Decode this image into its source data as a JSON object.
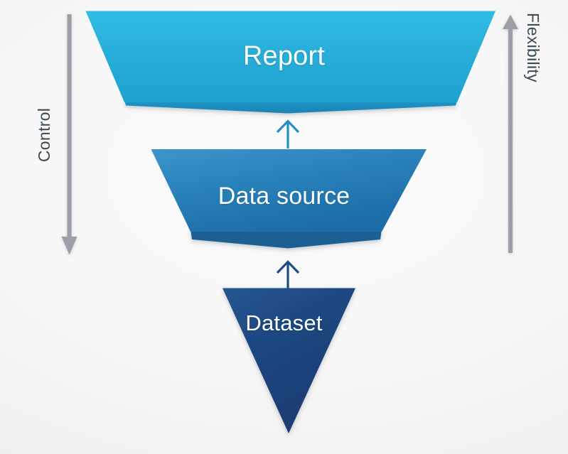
{
  "diagram": {
    "type": "inverted-funnel",
    "title": "",
    "background_color": "#f5f5f5",
    "stages": [
      {
        "id": "report",
        "label": "Report",
        "shape": "trapezoid-inverted",
        "level": 1,
        "fill_top": "#2CB3DE",
        "fill_bottom": "#22A3D2",
        "bevel_color": "#1E87BC"
      },
      {
        "id": "data-source",
        "label": "Data source",
        "shape": "trapezoid-inverted",
        "level": 2,
        "fill_top": "#2E8CC4",
        "fill_bottom": "#1E6FA8",
        "bevel_color": "#1A568C"
      },
      {
        "id": "dataset",
        "label": "Dataset",
        "shape": "triangle-down",
        "level": 3,
        "fill_top": "#1E4C86",
        "fill_bottom": "#1B3A74",
        "bevel_color": "#17305F"
      }
    ],
    "connectors": [
      {
        "id": "dataset-to-data-source",
        "from": "dataset",
        "to": "data-source",
        "direction": "up",
        "color": "#1E4C86"
      },
      {
        "id": "data-source-to-report",
        "from": "data-source",
        "to": "report",
        "direction": "up",
        "color": "#2090C6"
      }
    ],
    "axes": [
      {
        "id": "control",
        "label": "Control",
        "side": "left",
        "direction": "down",
        "color": "#9aa0a6",
        "label_color": "#3c4a54"
      },
      {
        "id": "flexibility",
        "label": "Flexibility",
        "side": "right",
        "direction": "up",
        "color": "#9aa0a6",
        "label_color": "#3c4a54"
      }
    ]
  }
}
